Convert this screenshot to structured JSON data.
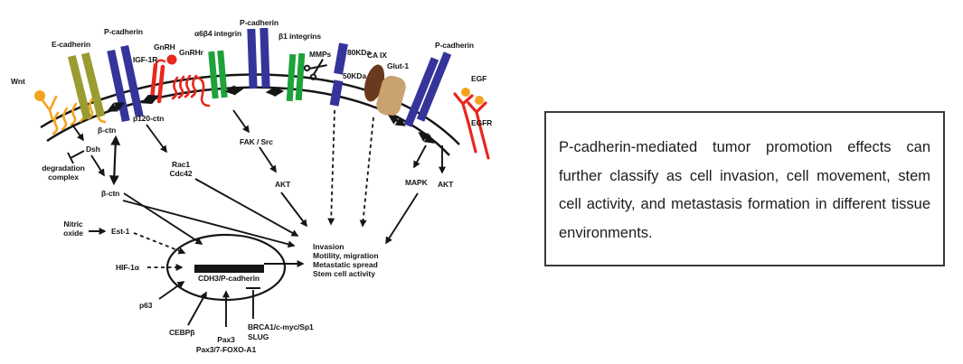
{
  "colors": {
    "ink": "#151515",
    "blue": "#34349B",
    "olive": "#9A9B30",
    "green": "#1EA23A",
    "red": "#E8271D",
    "orange": "#F5A31E",
    "brown": "#693A1D",
    "tan": "#C9A36F",
    "white": "#FFFFFF"
  },
  "icons": {
    "scissors": "mmp-cleavage-scissors"
  },
  "diagram": {
    "membrane": {
      "wnt": "Wnt",
      "e_cadherin": "E-cadherin",
      "p_cadherin_left": "P-cadherin",
      "igf1r": "IGF-1R",
      "gnrh": "GnRH",
      "gnrhr": "GnRHr",
      "a6b4_integrin": "α6β4 integrin",
      "p_cadherin_mid": "P-cadherin",
      "b1_integrins": "β1 integrins",
      "mmps": "MMPs",
      "fragment_80kda": "80KDa",
      "fragment_50kda": "50KDa",
      "ca_ix": "CA IX",
      "glut1": "Glut-1",
      "p_cadherin_right": "P-cadherin",
      "egf": "EGF",
      "egfr": "EGFR"
    },
    "cytoplasm": {
      "dsh": "Dsh",
      "degradation_complex": "degradation complex",
      "b_ctn_membrane": "β-ctn",
      "p120_ctn": "p120-ctn",
      "b_ctn": "β-ctn",
      "rac1": "Rac1",
      "cdc42": "Cdc42",
      "fak_src": "FAK / Src",
      "akt_left": "AKT",
      "nitric_oxide": "Nitric oxide",
      "est1": "Est-1",
      "hif1a": "HIF-1α",
      "mapk": "MAPK",
      "akt_right": "AKT"
    },
    "nucleus": {
      "gene": "CDH3/P-cadherin",
      "p63": "p63",
      "cebpb": "CEBPβ",
      "pax3": "Pax3",
      "pax37_foxo": "Pax3/7-FOXO-A1",
      "brca1": "BRCA1/c-myc/Sp1",
      "slug": "SLUG"
    },
    "outcomes": [
      "Invasion",
      "Motility, migration",
      "Metastatic spread",
      "Stem cell activity"
    ]
  },
  "caption": {
    "text": "P-cadherin-mediated tumor promotion effects can further classify as cell invasion, cell movement, stem cell activity, and metastasis formation in different tissue environments."
  }
}
